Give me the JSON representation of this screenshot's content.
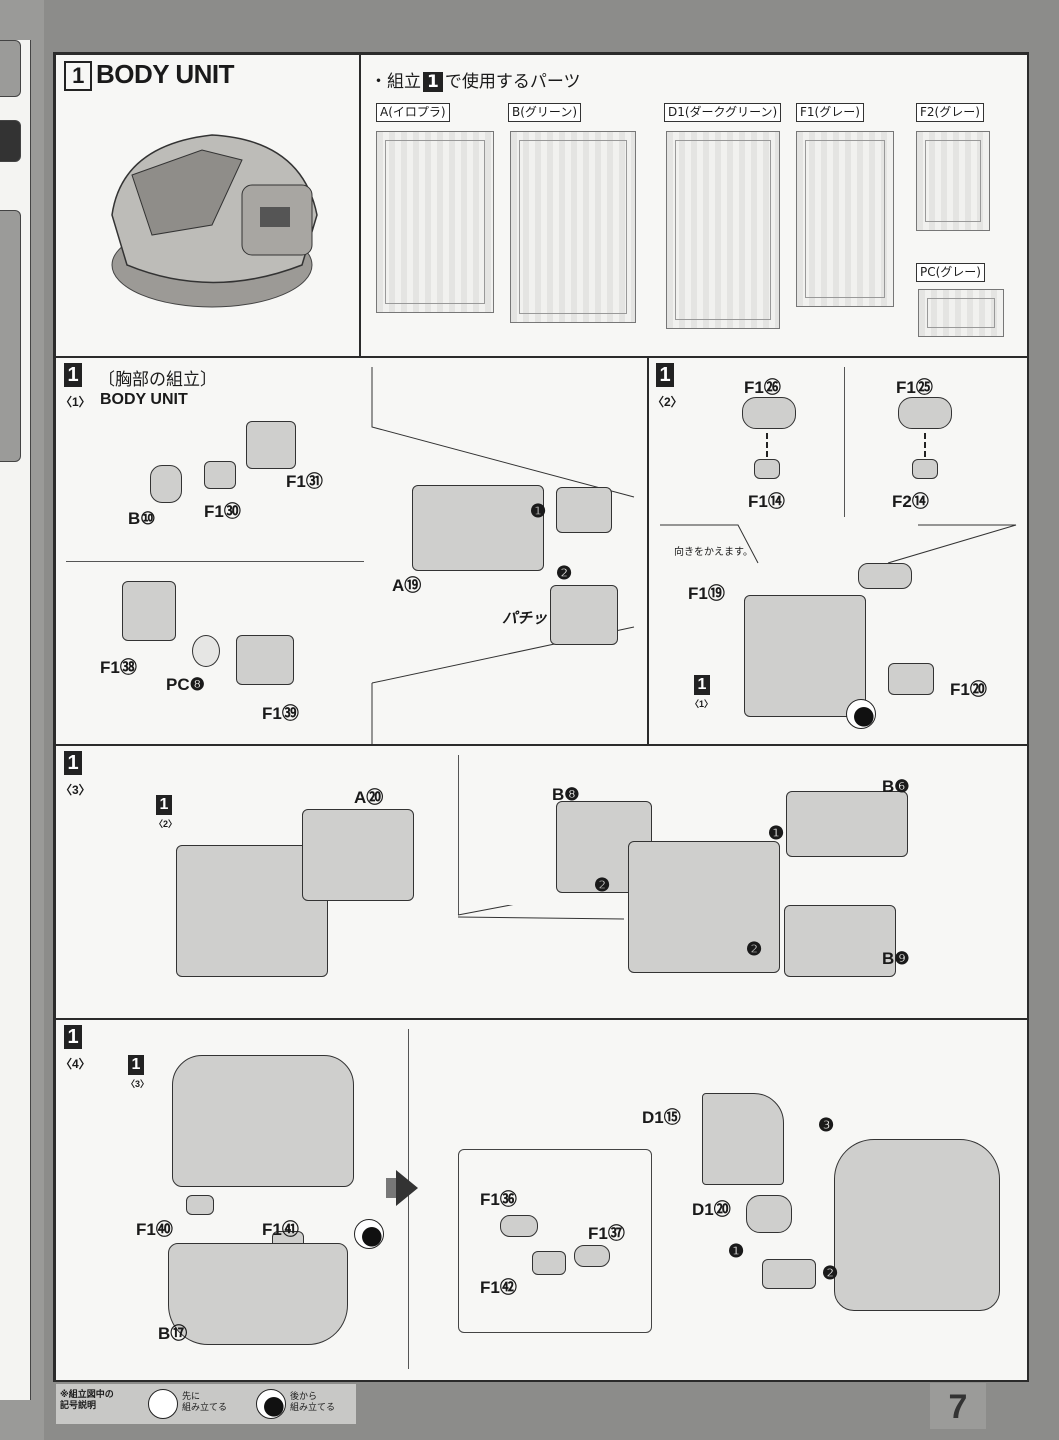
{
  "page_number": "7",
  "header": {
    "step_number": "1",
    "title": "BODY UNIT",
    "parts_heading": "・組立",
    "parts_heading_num": "1",
    "parts_heading_suffix": "で使用するパーツ"
  },
  "runners": [
    {
      "label": "A(イロプラ)"
    },
    {
      "label": "B(グリーン)"
    },
    {
      "label": "D1(ダークグリーン)"
    },
    {
      "label": "F1(グレー)"
    },
    {
      "label": "F2(グレー)"
    },
    {
      "label": "PC(グレー)"
    }
  ],
  "step1": {
    "num": "1",
    "sub": "〈1〉",
    "jp_title": "〔胸部の組立〕",
    "en_title": "BODY UNIT",
    "labels": [
      "F1㉛",
      "B⑩",
      "F1㉚",
      "F1㊳",
      "PC❽",
      "F1㊴",
      "A⑲"
    ],
    "order1": "❶",
    "order2": "❷",
    "snap": "パチッ"
  },
  "step2": {
    "num": "1",
    "sub": "〈2〉",
    "labels": [
      "F1㉖",
      "F1⑭",
      "F1㉕",
      "F2⑭",
      "F1⑲",
      "F1⑳"
    ],
    "note": "向きをかえます。",
    "ref_num": "1",
    "ref_sub": "〈1〉"
  },
  "step3": {
    "num": "1",
    "sub": "〈3〉",
    "ref_num": "1",
    "ref_sub": "〈2〉",
    "labels": [
      "A⑳",
      "B❽",
      "B❻",
      "B❾"
    ],
    "order1": "❶",
    "order2": "❷"
  },
  "step4": {
    "num": "1",
    "sub": "〈4〉",
    "ref_num": "1",
    "ref_sub": "〈3〉",
    "labels": [
      "F1㊵",
      "F1㊶",
      "B⑰",
      "D1⑮",
      "D1⑳",
      "F1㊱",
      "F1㊲",
      "F1㊷"
    ],
    "order1": "❶",
    "order2": "❷",
    "order3": "❸"
  },
  "legend": {
    "title": "※組立図中の\n記号説明",
    "first": "先に\n組み立てる",
    "later": "後から\n組み立てる"
  }
}
